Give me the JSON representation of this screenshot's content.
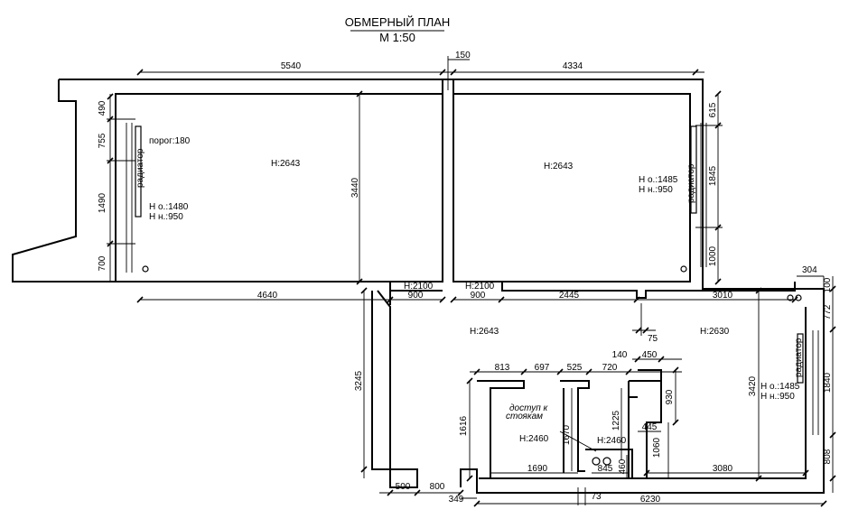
{
  "title": {
    "line1": "ОБМЕРНЫЙ ПЛАН",
    "line2": "М 1:50"
  },
  "top_dims": [
    "5540",
    "150",
    "4334"
  ],
  "left_dims": [
    "490",
    "755",
    "1490",
    "700"
  ],
  "room_labels": {
    "room1_h": "H:2643",
    "room2_h": "H:2643",
    "hall_h": "H:2643",
    "room3_h": "H:2630",
    "bath_h": "H:2460",
    "wc_h": "H:2460"
  },
  "threshold": "порог:180",
  "room1_sill": {
    "line1": "H  о.:1480",
    "line2": "H  н.:950"
  },
  "room2_sill": {
    "line1": "H  о.:1485",
    "line2": "H  н.:950"
  },
  "room3_sill": {
    "line1": "H  о.:1485",
    "line2": "H  н.:950"
  },
  "radiator": "радиатор",
  "room1_height_dim": "3440",
  "right_dims_room2": [
    "615",
    "1845",
    "1000"
  ],
  "door_heights": [
    "H:2100",
    "H:2100"
  ],
  "mid_dims": [
    "4640",
    "900",
    "900",
    "2445",
    "3010"
  ],
  "top_right_dims": [
    "304",
    "100"
  ],
  "right_dims_room3": [
    "772",
    "1840",
    "808"
  ],
  "room3_height_dim": "3420",
  "corridor_dim": "3245",
  "partition_dim": "75",
  "bath_top_dims": [
    "813",
    "697",
    "525",
    "720",
    "140",
    "450"
  ],
  "bath_side_dims": [
    "1616",
    "1670",
    "1225",
    "930",
    "445",
    "1060",
    "460"
  ],
  "bath_bottom_dims": [
    "1690",
    "845",
    "3080"
  ],
  "access_note": {
    "line1": "доступ  к",
    "line2": "стоякам"
  },
  "bottom_dims": [
    "500",
    "800",
    "349",
    "73",
    "6230"
  ]
}
